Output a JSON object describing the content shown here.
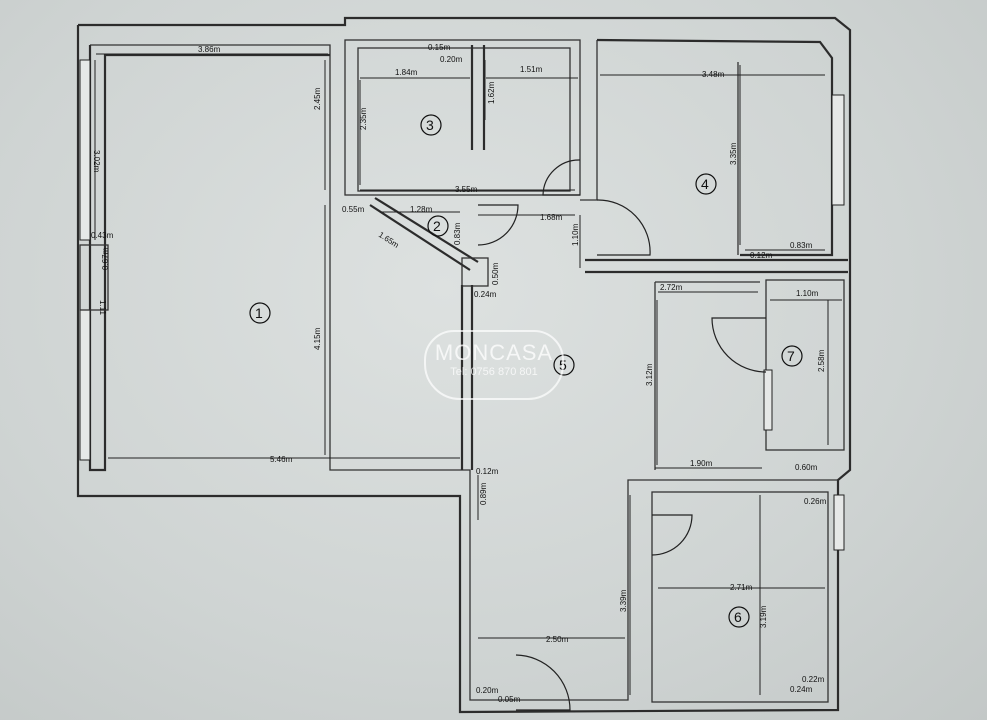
{
  "rooms": [
    "1",
    "2",
    "3",
    "4",
    "5",
    "6",
    "7"
  ],
  "dimensions": {
    "r1_top": "3.86m",
    "r1_left": "3.02m",
    "r1_mid": "2.45m",
    "r1_small1": "0.43m",
    "r1_small2": "0.67m",
    "r1_small3": "1.11",
    "r1_height": "4.15m",
    "r1_bottom": "5.46m",
    "r3_a": "0.15m",
    "r3_b": "0.20m",
    "r3_c": "1.84m",
    "r3_d": "1.51m",
    "r3_e": "2.35m",
    "r3_f": "1.62m",
    "r3_g": "3.55m",
    "r2_a": "0.55m",
    "r2_b": "1.28m",
    "r2_c": "1.65m",
    "r2_d": "0.83m",
    "r2_e": "1.68m",
    "r2_f": "0.50m",
    "r2_g": "0.24m",
    "r4_a": "3.48m",
    "r4_b": "3.35m",
    "r4_c": "0.83m",
    "r4_d": "0.12m",
    "r4_e": "1.10m",
    "r5_a": "2.72m",
    "r5_b": "3.12m",
    "r5_c": "1.90m",
    "r5_d": "0.12m",
    "r5_e": "0.89m",
    "r5_f": "3.39m",
    "r5_g": "2.50m",
    "r5_h": "0.20m",
    "r5_i": "0.05m",
    "r7_a": "1.10m",
    "r7_b": "2.58m",
    "r7_c": "0.60m",
    "r6_a": "0.26m",
    "r6_b": "2.71m",
    "r6_c": "3.19m",
    "r6_d": "0.22m",
    "r6_e": "0.24m"
  },
  "watermark": {
    "brand": "MONCASA",
    "tel": "Tel: 0756 870 801"
  }
}
